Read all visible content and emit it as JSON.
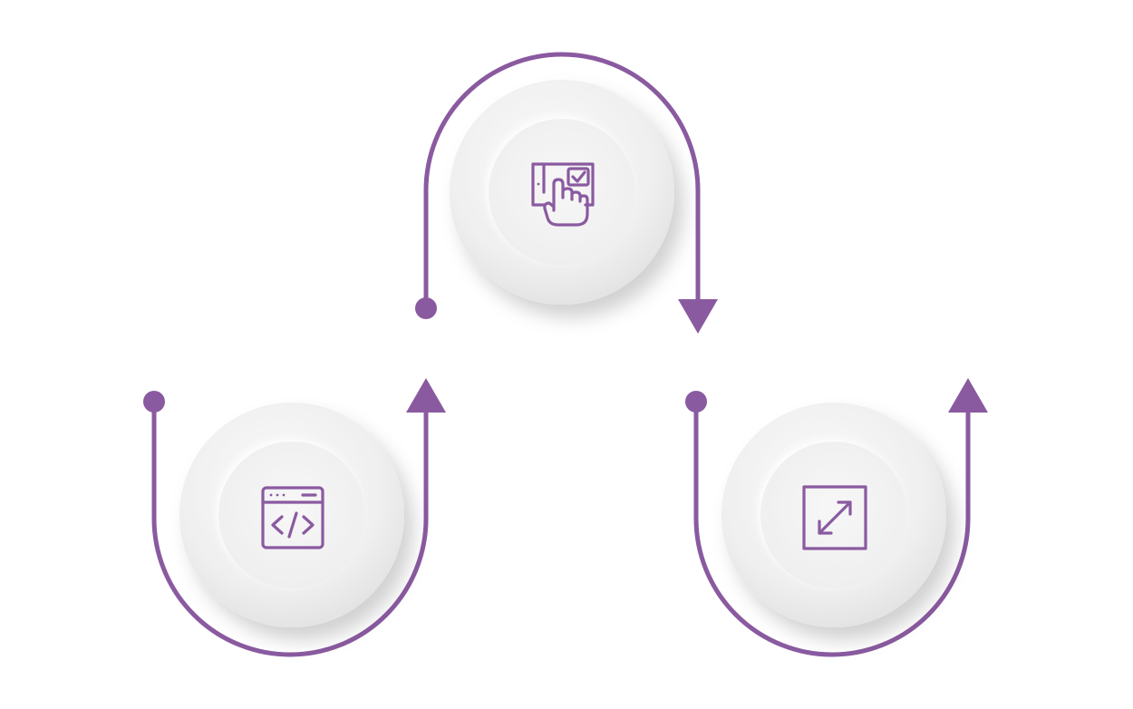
{
  "colors": {
    "accent": "#8a5aa0",
    "background": "#ffffff",
    "circle_outer": "#eeeeee",
    "circle_inner": "#f4f4f4"
  },
  "steps": [
    {
      "icon": "code-window-icon",
      "loop": "u-shape-arrow-up"
    },
    {
      "icon": "touch-screen-check-icon",
      "loop": "n-shape-arrow-down"
    },
    {
      "icon": "expand-resize-icon",
      "loop": "u-shape-arrow-up"
    }
  ]
}
